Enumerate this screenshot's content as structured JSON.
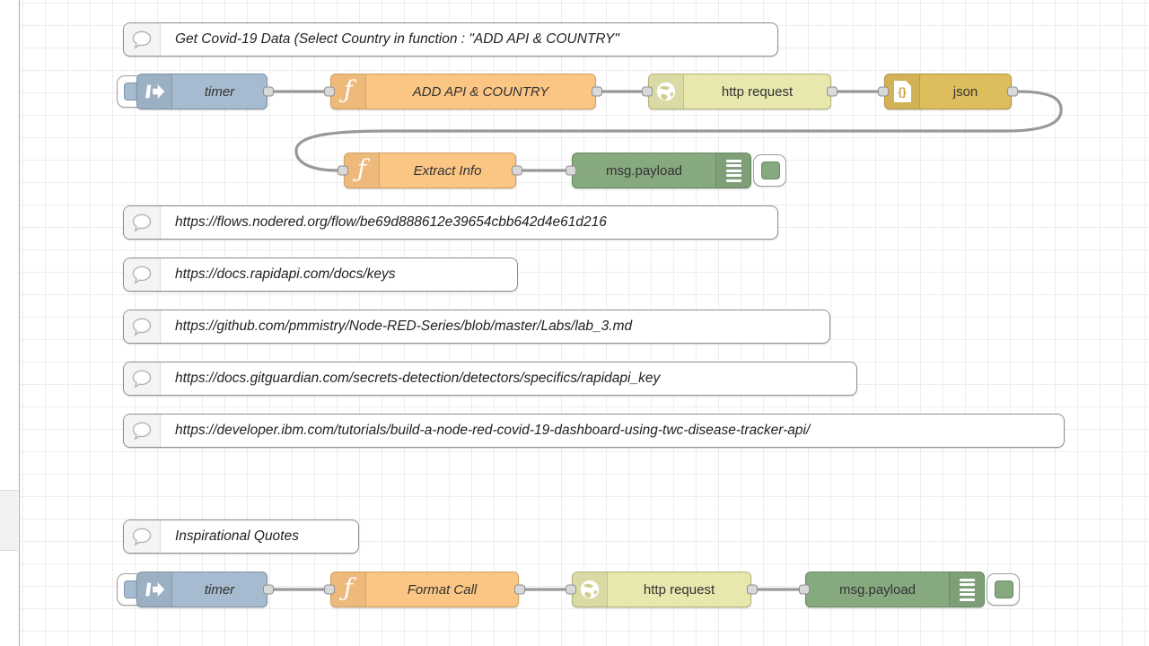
{
  "editor": {
    "background": "#ffffff",
    "grid_line_color": "#ededed",
    "colors": {
      "inject": "#a6bbcf",
      "function": "#fbc584",
      "http_request": "#e7e7ae",
      "json": "#debd5c",
      "debug": "#87a980",
      "comment": "#ffffff",
      "wire": "#999999",
      "port_fill": "#d9d9d9"
    }
  },
  "comments": {
    "covid_header": {
      "text": "Get Covid-19 Data (Select Country in function : \"ADD API & COUNTRY\""
    },
    "url_flow": {
      "text": "https://flows.nodered.org/flow/be69d888612e39654cbb642d4e61d216"
    },
    "url_rapidapi": {
      "text": "https://docs.rapidapi.com/docs/keys"
    },
    "url_github": {
      "text": "https://github.com/pmmistry/Node-RED-Series/blob/master/Labs/lab_3.md"
    },
    "url_gitguardian": {
      "text": "https://docs.gitguardian.com/secrets-detection/detectors/specifics/rapidapi_key"
    },
    "url_ibm": {
      "text": "https://developer.ibm.com/tutorials/build-a-node-red-covid-19-dashboard-using-twc-disease-tracker-api/"
    },
    "quotes_header": {
      "text": "Inspirational Quotes"
    }
  },
  "nodes": {
    "timer_covid": {
      "type": "inject",
      "label": "timer"
    },
    "add_api_country": {
      "type": "function",
      "label": "ADD API & COUNTRY"
    },
    "http_request_covid": {
      "type": "http request",
      "label": "http request"
    },
    "json_parser": {
      "type": "json",
      "label": "json"
    },
    "extract_info": {
      "type": "function",
      "label": "Extract Info"
    },
    "debug_covid": {
      "type": "debug",
      "label": "msg.payload"
    },
    "timer_quotes": {
      "type": "inject",
      "label": "timer"
    },
    "format_call": {
      "type": "function",
      "label": "Format Call"
    },
    "http_request_quotes": {
      "type": "http request",
      "label": "http request"
    },
    "debug_quotes": {
      "type": "debug",
      "label": "msg.payload"
    }
  }
}
